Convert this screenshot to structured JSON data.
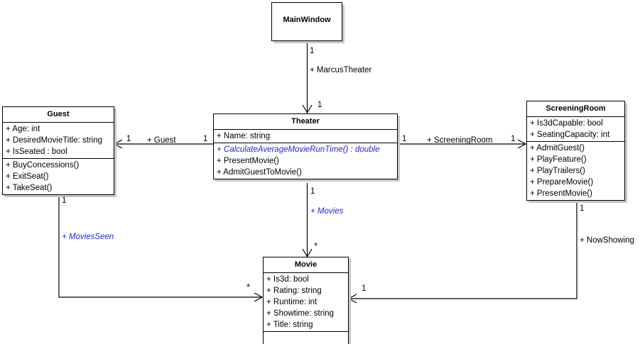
{
  "diagram": {
    "title": "Theater UML Class Diagram",
    "type": "uml-class-diagram",
    "background": "#ffffff",
    "line_color": "#000000",
    "abstract_color": "#2222dd",
    "shadow_color": "#c8c8c8"
  },
  "classes": {
    "mainwindow": {
      "name": "MainWindow",
      "attributes": [],
      "operations": []
    },
    "guest": {
      "name": "Guest",
      "attributes": [
        "+ Age: int",
        "+ DesiredMovieTitle: string",
        "+ IsSeated : bool"
      ],
      "operations": [
        "+ BuyConcessions()",
        "+ ExitSeat()",
        "+ TakeSeat()"
      ]
    },
    "theater": {
      "name": "Theater",
      "attributes": [
        "+ Name: string"
      ],
      "operations": [
        "+ CalculateAverageMovieRunTime() : double",
        "+ PresentMovie()",
        "+ AdmitGuestToMovie()"
      ],
      "abstract_operations": [
        "+ CalculateAverageMovieRunTime() : double"
      ]
    },
    "screeningroom": {
      "name": "ScreeningRoom",
      "attributes": [
        "+ Is3dCapable: bool",
        "+ SeatingCapacity: int"
      ],
      "operations": [
        "+ AdmitGuest()",
        "+ PlayFeature()",
        "+ PlayTrailers()",
        "+ PrepareMovie()",
        "+ PresentMovie()"
      ]
    },
    "movie": {
      "name": "Movie",
      "attributes": [
        "+ Is3d: bool",
        "+ Rating: string",
        "+ Runtime: int",
        "+ Showtime: string",
        "+ Title: string"
      ],
      "operations": []
    }
  },
  "associations": [
    {
      "id": "mainwindow-theater",
      "from": "MainWindow",
      "to": "Theater",
      "role_label": "+ MarcusTheater",
      "role_style": "plain",
      "source_multiplicity": "1",
      "target_multiplicity": "1"
    },
    {
      "id": "theater-guest",
      "from": "Theater",
      "to": "Guest",
      "role_label": "+ Guest",
      "role_style": "plain",
      "source_multiplicity": "1",
      "target_multiplicity": "1"
    },
    {
      "id": "theater-screeningroom",
      "from": "Theater",
      "to": "ScreeningRoom",
      "role_label": "+ ScreeningRoom",
      "role_style": "plain",
      "source_multiplicity": "1",
      "target_multiplicity": "1"
    },
    {
      "id": "theater-movies",
      "from": "Theater",
      "to": "Movie",
      "role_label": "+ Movies",
      "role_style": "abstract",
      "source_multiplicity": "1",
      "target_multiplicity": "*"
    },
    {
      "id": "guest-moviesseen",
      "from": "Guest",
      "to": "Movie",
      "role_label": "+ MoviesSeen",
      "role_style": "abstract",
      "source_multiplicity": "1",
      "target_multiplicity": "*"
    },
    {
      "id": "screeningroom-nowshowing",
      "from": "ScreeningRoom",
      "to": "Movie",
      "role_label": "+ NowShowing",
      "role_style": "plain",
      "source_multiplicity": "1",
      "target_multiplicity": "1"
    }
  ]
}
